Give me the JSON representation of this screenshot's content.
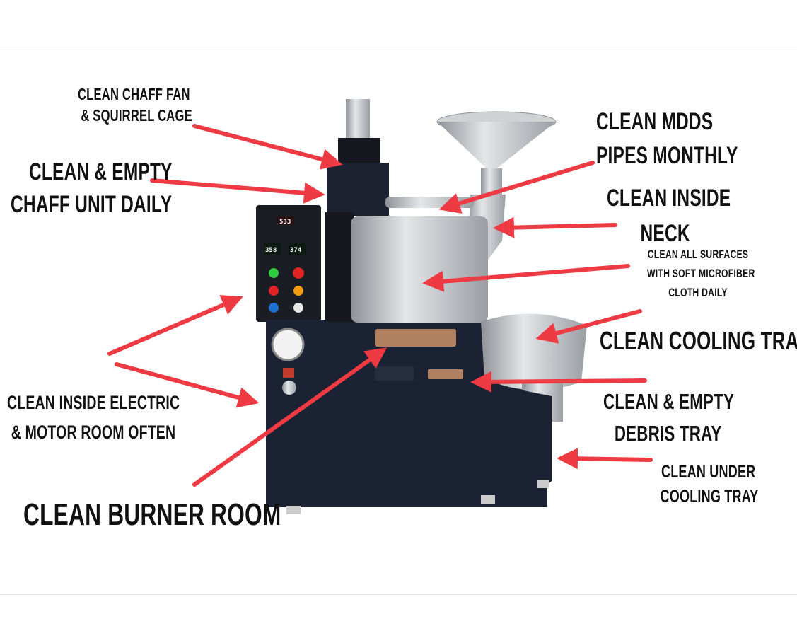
{
  "labels": {
    "chaff_fan": [
      "CLEAN CHAFF FAN",
      "& SQUIRREL CAGE"
    ],
    "chaff_unit": [
      "CLEAN & EMPTY",
      "CHAFF UNIT DAILY"
    ],
    "mdds": [
      "CLEAN MDDS",
      "PIPES MONTHLY"
    ],
    "neck": [
      "CLEAN INSIDE",
      "NECK"
    ],
    "surfaces": [
      "CLEAN ALL SURFACES",
      "WITH SOFT MICROFIBER",
      "CLOTH DAILY"
    ],
    "cooling_tray": "CLEAN COOLING TRAY",
    "debris_tray": [
      "CLEAN & EMPTY",
      "DEBRIS TRAY"
    ],
    "under_cooling": [
      "CLEAN UNDER",
      "COOLING TRAY"
    ],
    "electric": [
      "CLEAN INSIDE ELECTRIC",
      "& MOTOR ROOM OFTEN"
    ],
    "burner": "CLEAN BURNER ROOM"
  },
  "panel": {
    "top_readout": "533",
    "left_readout": "358",
    "right_readout": "374"
  },
  "colors": {
    "arrow": "#ee3a43",
    "body": "#1b2233",
    "steel": "#b9bcc0"
  }
}
